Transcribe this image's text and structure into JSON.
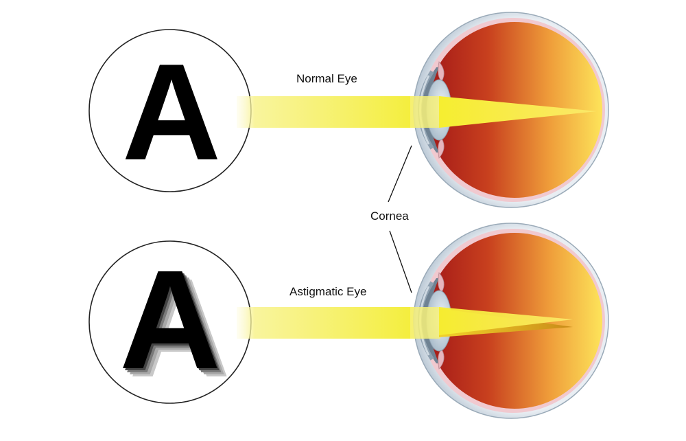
{
  "labels": {
    "normal_eye": "Normal Eye",
    "astigmatic_eye": "Astigmatic Eye",
    "cornea": "Cornea"
  },
  "letters": {
    "normal": "A",
    "astigmatic": "A"
  },
  "colors": {
    "light_beam": "#f7f24a",
    "retina_dark": "#a81c1c",
    "retina_light": "#fbe04e",
    "sclera": "#dfe7ee",
    "lens": "#c9d6e2",
    "text": "#111111"
  }
}
